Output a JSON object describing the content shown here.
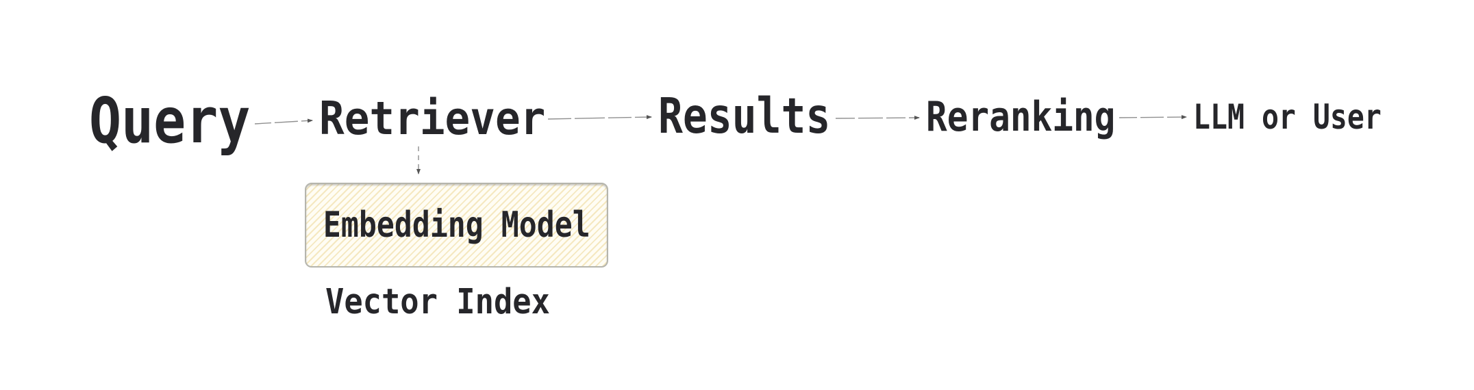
{
  "diagram": {
    "background_color": "#ffffff",
    "text_color": "#26262a",
    "connector_color": "#8f8f8f",
    "nodes": {
      "query": {
        "label": "Query"
      },
      "retriever": {
        "label": "Retriever"
      },
      "results": {
        "label": "Results"
      },
      "reranking": {
        "label": "Reranking"
      },
      "llm_or_user": {
        "label": "LLM or User"
      },
      "embedding_model": {
        "label": "Embedding Model"
      },
      "vector_index": {
        "label": "Vector Index"
      }
    },
    "embedding_box": {
      "fill_base": "#fffdf4",
      "stripe_color": "#f5e8c0",
      "border_color": "#b5b5ad",
      "pattern": "diagonal-stripes"
    },
    "connections": [
      {
        "from": "Query",
        "to": "Retriever",
        "style": "thin-arrow"
      },
      {
        "from": "Retriever",
        "to": "Results",
        "style": "thin-arrow"
      },
      {
        "from": "Results",
        "to": "Reranking",
        "style": "thin-arrow"
      },
      {
        "from": "Reranking",
        "to": "LLM or User",
        "style": "thin-arrow"
      },
      {
        "from": "Retriever",
        "to": "Embedding Model",
        "style": "dashed-arrow"
      }
    ]
  }
}
